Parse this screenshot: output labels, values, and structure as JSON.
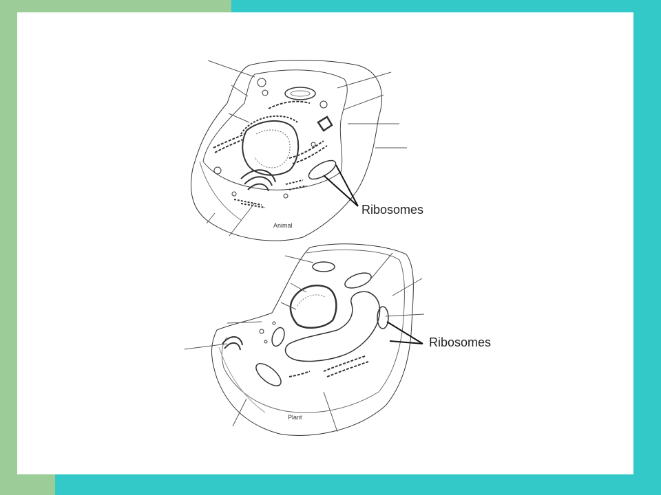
{
  "diagrams": {
    "animal": {
      "caption": "Animal",
      "ribosome_label": "Ribosomes"
    },
    "plant": {
      "caption": "Plant",
      "ribosome_label": "Ribosomes"
    }
  },
  "colors": {
    "slide": "#ffffff",
    "teal": "#33c9c9",
    "green": "#9ccc98",
    "ink": "#222222"
  }
}
